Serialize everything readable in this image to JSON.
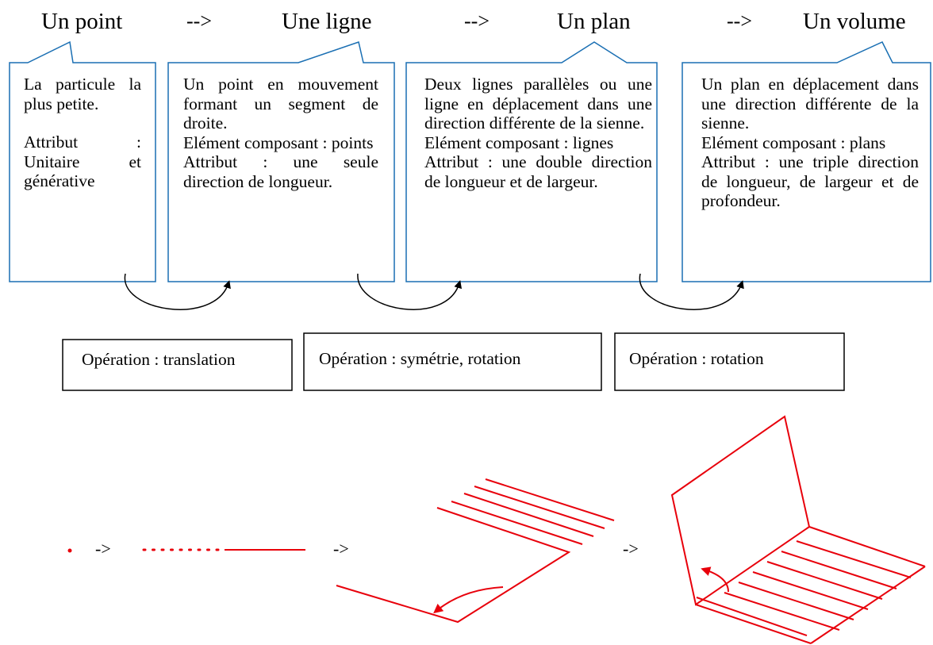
{
  "header": {
    "stages": [
      "Un point",
      "Une ligne",
      "Un plan",
      "Un volume"
    ],
    "separators": [
      "-->",
      "-->",
      "-->"
    ]
  },
  "boxes": [
    {
      "definition": "La particule la plus petite.",
      "attribute": "Attribut : Unitaire et générative"
    },
    {
      "definition": "Un point en mouvement formant un segment de droite.",
      "component": "Elément composant : points",
      "attribute": "Attribut : une seule direction de longueur."
    },
    {
      "definition": "Deux lignes parallèles ou une ligne en déplacement dans une direction différente de la sienne.",
      "component": "Elément composant : lignes",
      "attribute": "Attribut : une double direction de longueur et de largeur."
    },
    {
      "definition": "Un plan en déplacement dans une direction différente de la sienne.",
      "component": "Elément composant : plans",
      "attribute": "Attribut : une triple direction de longueur, de largeur et de profondeur."
    }
  ],
  "operations": [
    "Opération : translation",
    "Opération : symétrie, rotation",
    "Opération : rotation"
  ],
  "bottom_arrows": [
    "->",
    "->",
    "->"
  ],
  "colors": {
    "drawing": "#e8000b",
    "outline": "#1a6fb3"
  }
}
